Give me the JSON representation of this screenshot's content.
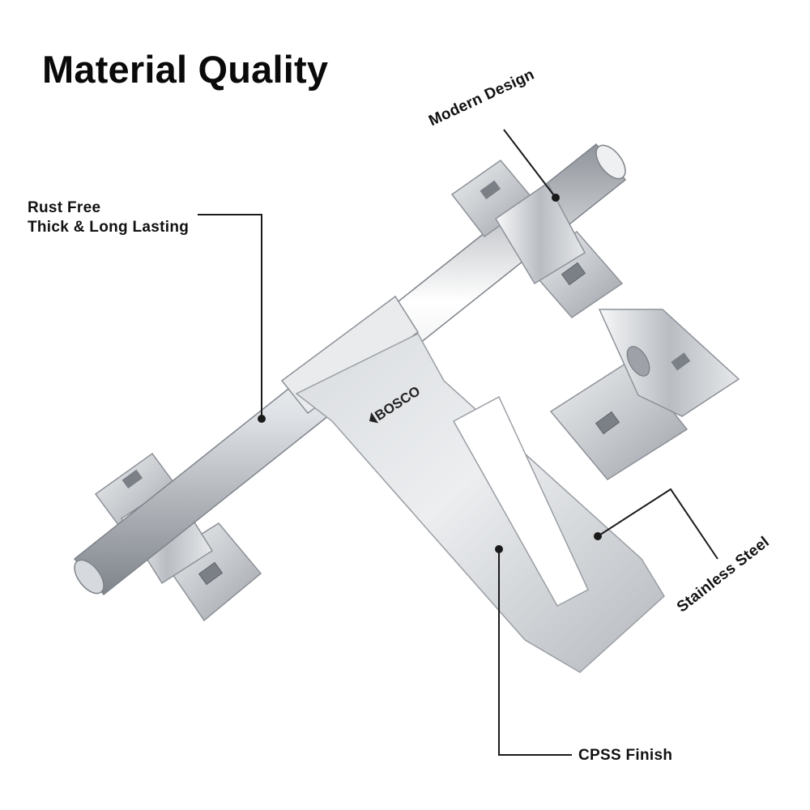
{
  "title": "Material Quality",
  "brand": {
    "logo_text": "BOSCO"
  },
  "callouts": {
    "rust": {
      "line1": "Rust Free",
      "line2": "Thick & Long Lasting"
    },
    "modern": "Modern Design",
    "steel": "Stainless Steel",
    "cpss": "CPSS Finish"
  },
  "colors": {
    "text": "#111111",
    "leader": "#1a1a1a",
    "steel_light": "#f4f5f7",
    "steel_mid": "#c9ccd1",
    "steel_dark": "#8d9198"
  }
}
